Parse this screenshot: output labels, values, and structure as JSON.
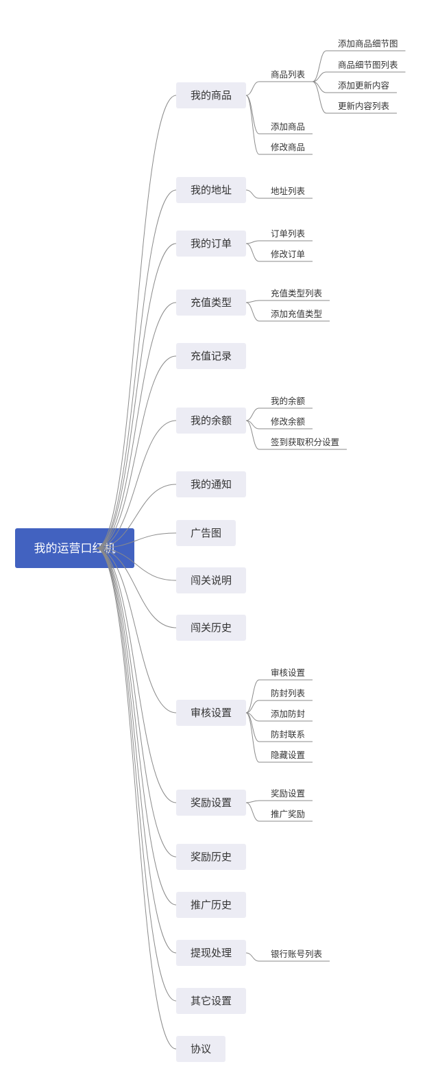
{
  "root": {
    "label": "我的运营口红机"
  },
  "branches": [
    {
      "label": "我的商品",
      "children": [
        {
          "label": "商品列表",
          "children": [
            "添加商品细节图",
            "商品细节图列表",
            "添加更新内容",
            "更新内容列表"
          ]
        },
        {
          "label": "添加商品"
        },
        {
          "label": "修改商品"
        }
      ]
    },
    {
      "label": "我的地址",
      "children": [
        {
          "label": "地址列表"
        }
      ]
    },
    {
      "label": "我的订单",
      "children": [
        {
          "label": "订单列表"
        },
        {
          "label": "修改订单"
        }
      ]
    },
    {
      "label": "充值类型",
      "children": [
        {
          "label": "充值类型列表"
        },
        {
          "label": "添加充值类型"
        }
      ]
    },
    {
      "label": "充值记录",
      "children": []
    },
    {
      "label": "我的余额",
      "children": [
        {
          "label": "我的余额"
        },
        {
          "label": "修改余额"
        },
        {
          "label": "签到获取积分设置"
        }
      ]
    },
    {
      "label": "我的通知",
      "children": []
    },
    {
      "label": "广告图",
      "children": []
    },
    {
      "label": "闯关说明",
      "children": []
    },
    {
      "label": "闯关历史",
      "children": []
    },
    {
      "label": "审核设置",
      "children": [
        {
          "label": "审核设置"
        },
        {
          "label": "防封列表"
        },
        {
          "label": "添加防封"
        },
        {
          "label": "防封联系"
        },
        {
          "label": "隐藏设置"
        }
      ]
    },
    {
      "label": "奖励设置",
      "children": [
        {
          "label": "奖励设置"
        },
        {
          "label": "推广奖励"
        }
      ]
    },
    {
      "label": "奖励历史",
      "children": []
    },
    {
      "label": "推广历史",
      "children": []
    },
    {
      "label": "提现处理",
      "children": [
        {
          "label": "银行账号列表"
        }
      ]
    },
    {
      "label": "其它设置",
      "children": []
    },
    {
      "label": "协议",
      "children": []
    }
  ],
  "colors": {
    "root_fill": "#4262c0",
    "branch_fill": "#ececf4",
    "line": "#8a8a8a",
    "text": "#333333"
  }
}
